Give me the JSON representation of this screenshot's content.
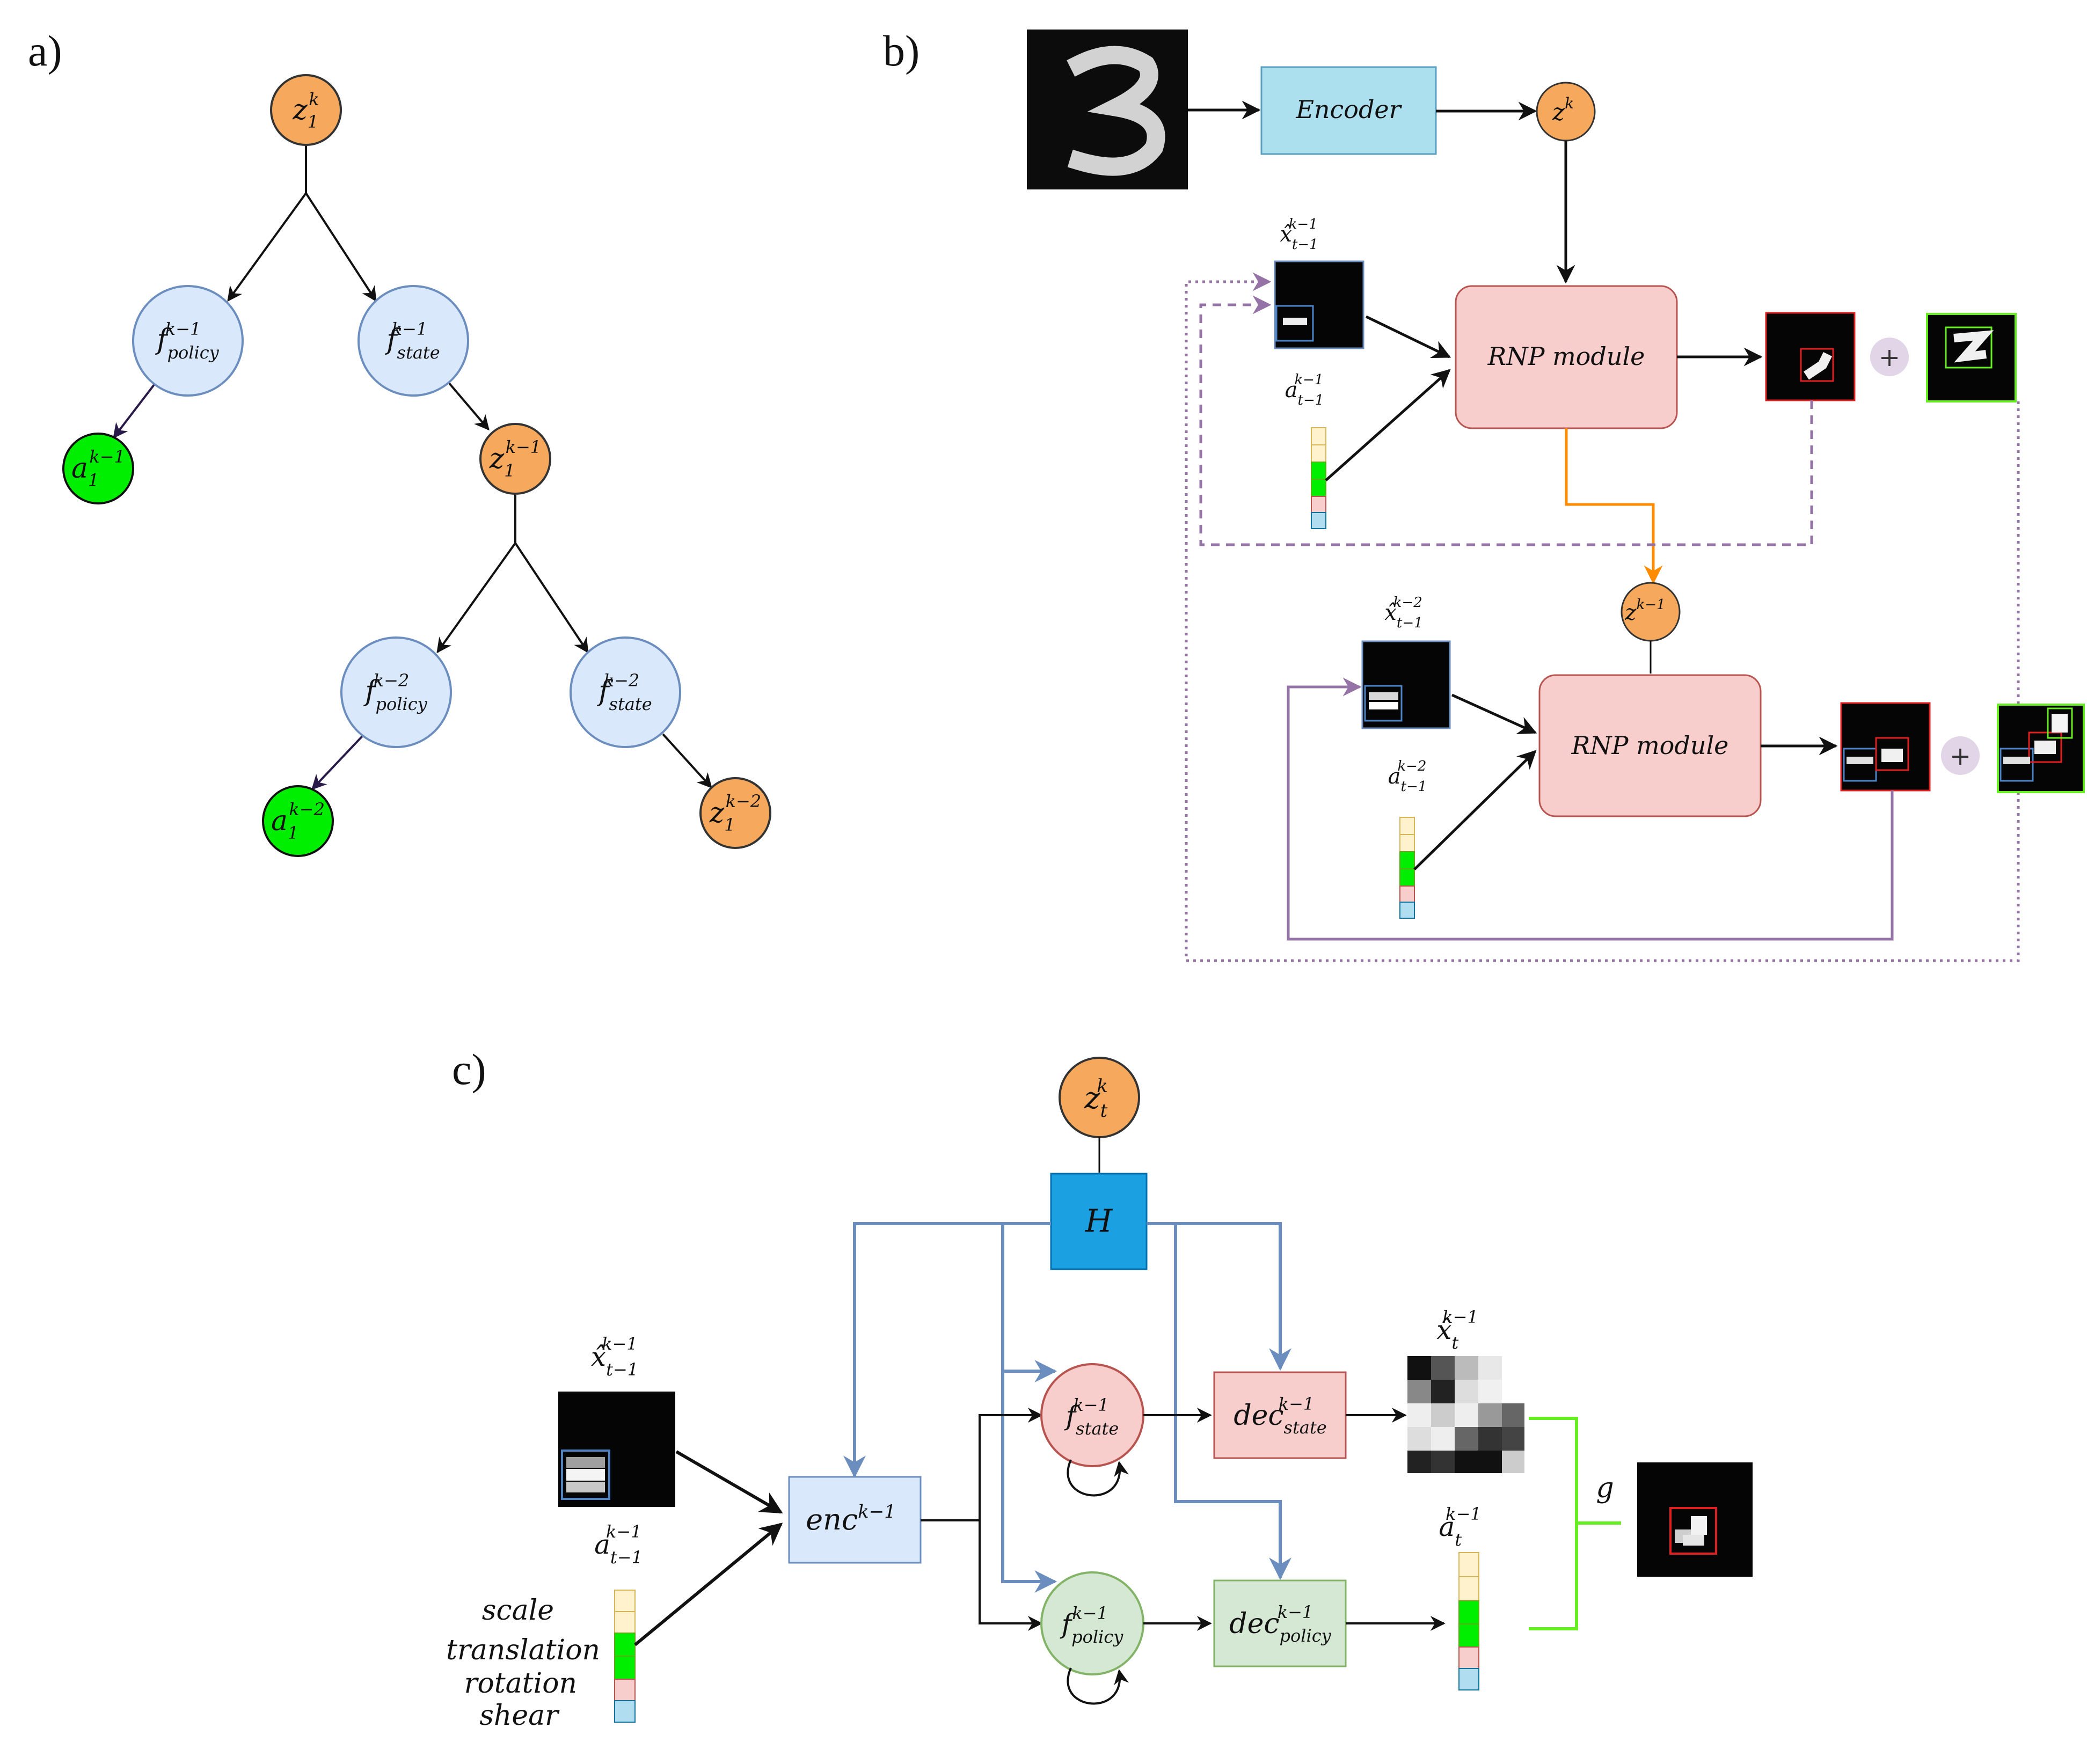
{
  "panels": {
    "a": "a)",
    "b": "b)",
    "c": "c)"
  },
  "colors": {
    "orange": "#f6a95c",
    "lightblue": "#dae8fc",
    "green": "#00ee00",
    "encoder": "#ace0ef",
    "rnp": "#f8cecc",
    "dec_state": "#f8cecc",
    "dec_policy": "#d5e8d4",
    "h_box": "#1ba1e2",
    "blue_arrow": "#6c8ebf",
    "purple_arrow": "#9673a6",
    "orange_arrow": "#ff8c00",
    "lime": "#66ee22"
  },
  "a": {
    "z1k": {
      "base": "z",
      "sub": "1",
      "sup": "k"
    },
    "f_policy_1": {
      "base": "f",
      "sub": "policy",
      "sup": "k−1"
    },
    "f_state_1": {
      "base": "f",
      "sub": "state",
      "sup": "k−1"
    },
    "a_1": {
      "base": "a",
      "sub": "1",
      "sup": "k−1"
    },
    "z_1": {
      "base": "z",
      "sub": "1",
      "sup": "k−1"
    },
    "f_policy_2": {
      "base": "f",
      "sub": "policy",
      "sup": "k−2"
    },
    "f_state_2": {
      "base": "f",
      "sub": "state",
      "sup": "k−2"
    },
    "a_2": {
      "base": "a",
      "sub": "1",
      "sup": "k−2"
    },
    "z_2": {
      "base": "z",
      "sub": "1",
      "sup": "k−2"
    }
  },
  "b": {
    "encoder": "Encoder",
    "zk": {
      "base": "z",
      "sup": "k"
    },
    "rnp1": "RNP module",
    "rnp2": "RNP module",
    "zk1": {
      "base": "z",
      "sup": "k−1"
    },
    "xhat1": {
      "base": "x̂",
      "sub": "t−1",
      "sup": "k−1"
    },
    "a1": {
      "base": "a",
      "sub": "t−1",
      "sup": "k−1"
    },
    "xhat2": {
      "base": "x̂",
      "sub": "t−1",
      "sup": "k−2"
    },
    "a2": {
      "base": "a",
      "sub": "t−1",
      "sup": "k−2"
    },
    "plus": "+"
  },
  "c": {
    "ztk": {
      "base": "z",
      "sub": "t",
      "sup": "k"
    },
    "H": "H",
    "enc": {
      "base": "enc",
      "sup": "k−1"
    },
    "f_state": {
      "base": "f",
      "sub": "state",
      "sup": "k−1"
    },
    "f_policy": {
      "base": "f",
      "sub": "policy",
      "sup": "k−1"
    },
    "dec_state": {
      "base": "dec",
      "sub": "state",
      "sup": "k−1"
    },
    "dec_policy": {
      "base": "dec",
      "sub": "policy",
      "sup": "k−1"
    },
    "xhat_in": {
      "base": "x̂",
      "sub": "t−1",
      "sup": "k−1"
    },
    "a_in": {
      "base": "a",
      "sub": "t−1",
      "sup": "k−1"
    },
    "xhat_out": {
      "base": "x̂",
      "sub": "t",
      "sup": "k−1"
    },
    "a_out": {
      "base": "a",
      "sub": "t",
      "sup": "k−1"
    },
    "g": "g",
    "action_labels": [
      "scale",
      "translation",
      "rotation",
      "shear"
    ]
  }
}
